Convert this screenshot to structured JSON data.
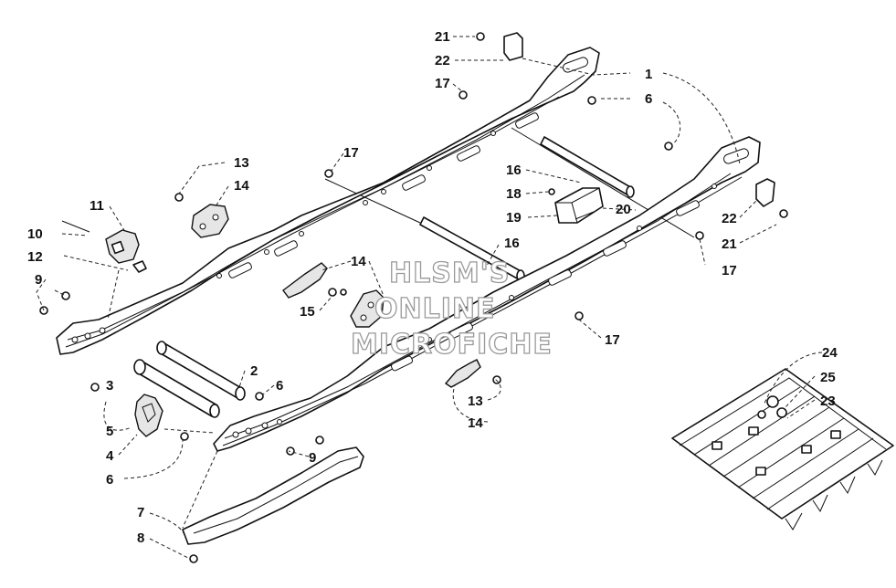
{
  "watermark": [
    "HLSM'S",
    "ONLINE",
    "MICROFICHE"
  ],
  "callouts": {
    "c1": "1",
    "c2": "2",
    "c3": "3",
    "c4": "4",
    "c5": "5",
    "c6a": "6",
    "c6b": "6",
    "c6c": "6",
    "c7": "7",
    "c8": "8",
    "c9a": "9",
    "c9b": "9",
    "c10": "10",
    "c11": "11",
    "c12": "12",
    "c13a": "13",
    "c13b": "13",
    "c14a": "14",
    "c14b": "14",
    "c14c": "14",
    "c15": "15",
    "c16a": "16",
    "c16b": "16",
    "c17a": "17",
    "c17b": "17",
    "c17c": "17",
    "c17d": "17",
    "c18": "18",
    "c19": "19",
    "c20": "20",
    "c21a": "21",
    "c21b": "21",
    "c22a": "22",
    "c22b": "22",
    "c23": "23",
    "c24": "24",
    "c25": "25"
  }
}
